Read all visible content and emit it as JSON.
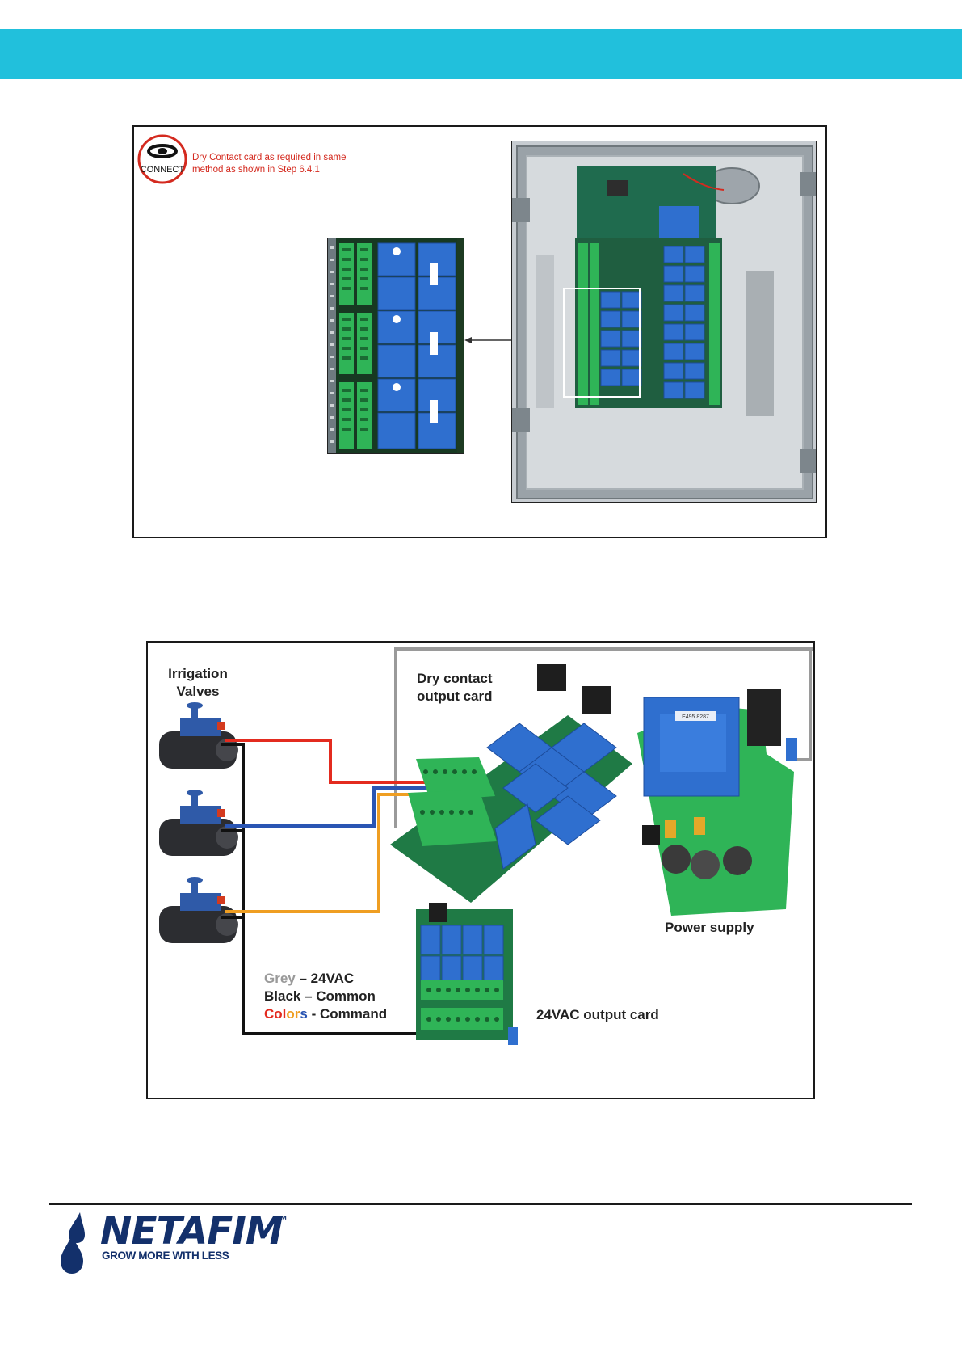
{
  "colors": {
    "header_bar": "#21c0dc",
    "brand_navy": "#13306b",
    "wire_red": "#e32b1f",
    "wire_blue": "#2a55b3",
    "wire_orange": "#ef9e22",
    "wire_black": "#111111",
    "wire_grey": "#9a9a9a",
    "relay_blue": "#2f6fcf",
    "terminal_green": "#2fb457"
  },
  "figure1": {
    "logo_text": "CONNECT",
    "note_line1": "Dry Contact card as required in same",
    "note_line2": "method as shown in Step 6.4.1"
  },
  "figure2": {
    "label_valves_line1": "Irrigation",
    "label_valves_line2": "Valves",
    "label_dry_line1": "Dry contact",
    "label_dry_line2": "output card",
    "label_power_supply": "Power supply",
    "label_24vac_card": "24VAC output card",
    "legend": {
      "grey_word": "Grey",
      "grey_rest": " – 24VAC",
      "black_line": "Black – Common",
      "colors_c": "C",
      "colors_o": "o",
      "colors_l": "l",
      "colors_o2": "o",
      "colors_r": "r",
      "colors_s": "s",
      "colors_rest": " - Command"
    },
    "psu_label_text": "E495 8287"
  },
  "footer": {
    "brand_name": "NETAFIM",
    "trademark": "™",
    "tagline": "GROW MORE WITH LESS"
  }
}
